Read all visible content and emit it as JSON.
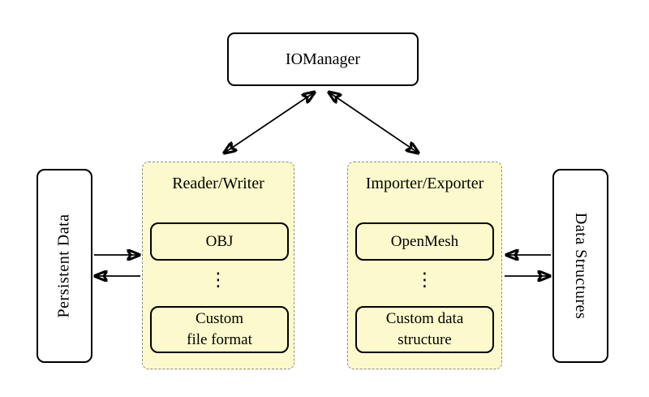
{
  "nodes": {
    "iomanager": {
      "label": "IOManager"
    },
    "persistent_data": {
      "label": "Persistent Data"
    },
    "data_structures": {
      "label": "Data Structures"
    },
    "reader_writer": {
      "title": "Reader/Writer",
      "items": [
        {
          "label": "OBJ"
        },
        {
          "label": "⋮"
        },
        {
          "label": "Custom\nfile format"
        }
      ]
    },
    "importer_exporter": {
      "title": "Importer/Exporter",
      "items": [
        {
          "label": "OpenMesh"
        },
        {
          "label": "⋮"
        },
        {
          "label": "Custom data\nstructure"
        }
      ]
    }
  },
  "arrows": [
    {
      "from": "iomanager",
      "to": "reader_writer",
      "bidirectional": true
    },
    {
      "from": "iomanager",
      "to": "importer_exporter",
      "bidirectional": true
    },
    {
      "from": "persistent_data",
      "to": "reader_writer",
      "bidirectional": false
    },
    {
      "from": "reader_writer",
      "to": "persistent_data",
      "bidirectional": false
    },
    {
      "from": "data_structures",
      "to": "importer_exporter",
      "bidirectional": false
    },
    {
      "from": "importer_exporter",
      "to": "data_structures",
      "bidirectional": false
    }
  ],
  "colors": {
    "background": "#ffffff",
    "panel_fill": "#fcfacc",
    "panel_border": "#8a8a8a",
    "node_border": "#000000",
    "arrow": "#000000"
  }
}
